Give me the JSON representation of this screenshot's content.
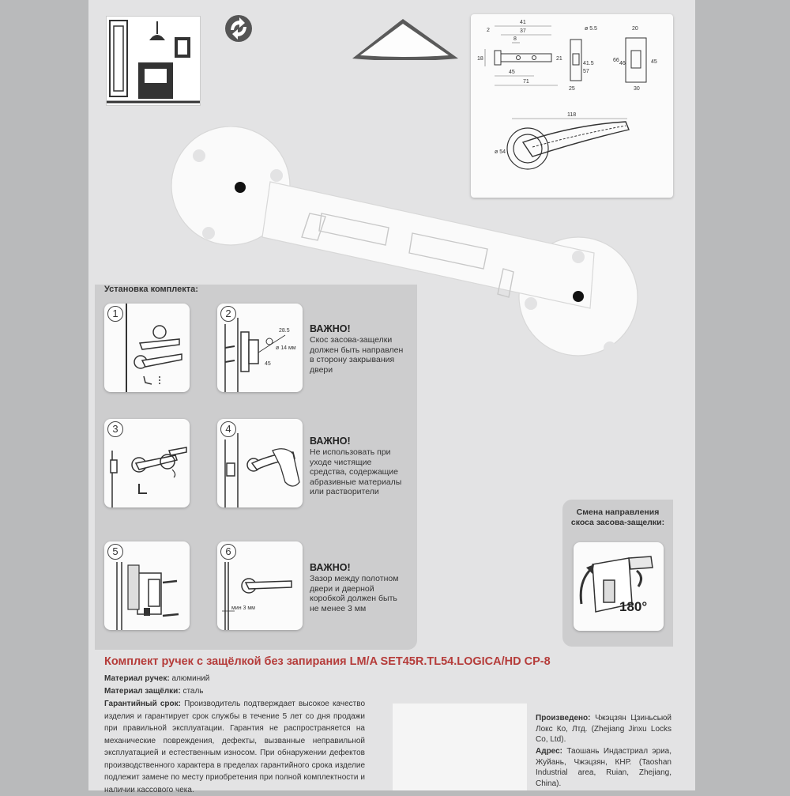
{
  "install": {
    "heading": "Установка комплекта:",
    "steps": [
      "1",
      "2",
      "3",
      "4",
      "5",
      "6"
    ],
    "important_title": "ВАЖНО!",
    "note1": "Скос засова-защелки должен быть направлен в сторону закрывания двери",
    "note2": "Не использовать при уходе чистящие средства, содержащие абразивные материалы или растворители",
    "note3": "Зазор между полотном двери и дверной коробкой должен быть не менее 3 мм",
    "gap_label": "мин 3 мм"
  },
  "direction": {
    "heading_line1": "Смена направления",
    "heading_line2": "скоса засова-защелки:",
    "rotation": "180°"
  },
  "drawing_dims": {
    "d1": "41",
    "d2": "37",
    "d3": "8",
    "d4": "2",
    "d5": "18",
    "d6": "45",
    "d7": "71",
    "d8": "21",
    "d9": "ø 5.5",
    "d10": "25",
    "d11": "57",
    "d12": "41.5",
    "d13": "66",
    "d14": "46",
    "d15": "20",
    "d16": "45",
    "d17": "30",
    "handle_length": "118",
    "rose_diameter": "ø 54"
  },
  "step_dims": {
    "backset": "45",
    "hole": "ø 14 мм",
    "height": "28.5"
  },
  "product": {
    "title": "Комплект ручек с защёлкой без запирания LM/A SET45R.TL54.LOGICA/HD CP-8",
    "handle_material_label": "Материал ручек:",
    "handle_material": "алюминий",
    "latch_material_label": "Материал защёлки:",
    "latch_material": "сталь",
    "warranty_label": "Гарантийный срок:",
    "warranty_line1": "Производитель подтверждает высокое качество",
    "warranty_rest": "изделия и гарантирует срок службы в течение 5 лет со дня продажи при правильной эксплуатации. Гарантия не распространяется на механические повреждения, дефекты, вызванные неправильной эксплуатацией и естественным износом. При обнаружении дефектов производственного характера в пределах гарантийного срока изделие подлежит замене по месту приобретения при полной комплектности и наличии кассового чека.",
    "produced_label": "Произведено:",
    "produced": "Чжэцзян Цзиньсьюй Локс Ко, Лтд. (Zhejiang Jinxu Locks Co, Ltd).",
    "address_label": "Адрес:",
    "address": "Таошань Индастриал эриа, Жуйань, Чжэцзян, КНР. (Taoshan Industrial area, Ruian, Zhejiang, China)."
  },
  "colors": {
    "title_red": "#b53c3a",
    "card": "#e3e3e4",
    "outside": "#b9babb"
  }
}
